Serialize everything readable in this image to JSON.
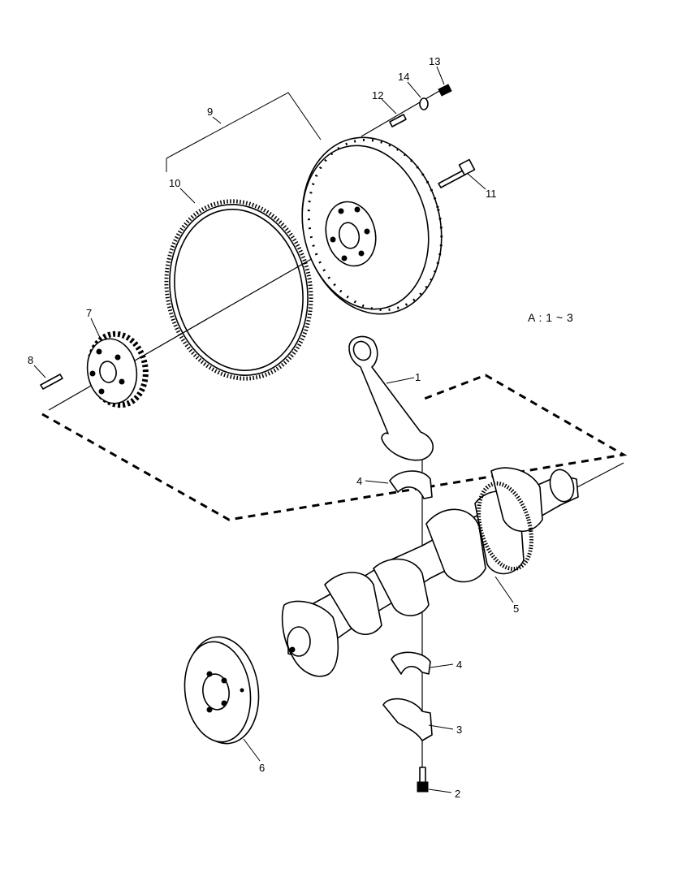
{
  "diagram": {
    "note": "A : 1 ~ 3",
    "callouts": {
      "c1": "1",
      "c2": "2",
      "c3": "3",
      "c4a": "4",
      "c4b": "4",
      "c5": "5",
      "c6": "6",
      "c7": "7",
      "c8": "8",
      "c9": "9",
      "c10": "10",
      "c11": "11",
      "c12": "12",
      "c13": "13",
      "c14": "14"
    }
  }
}
